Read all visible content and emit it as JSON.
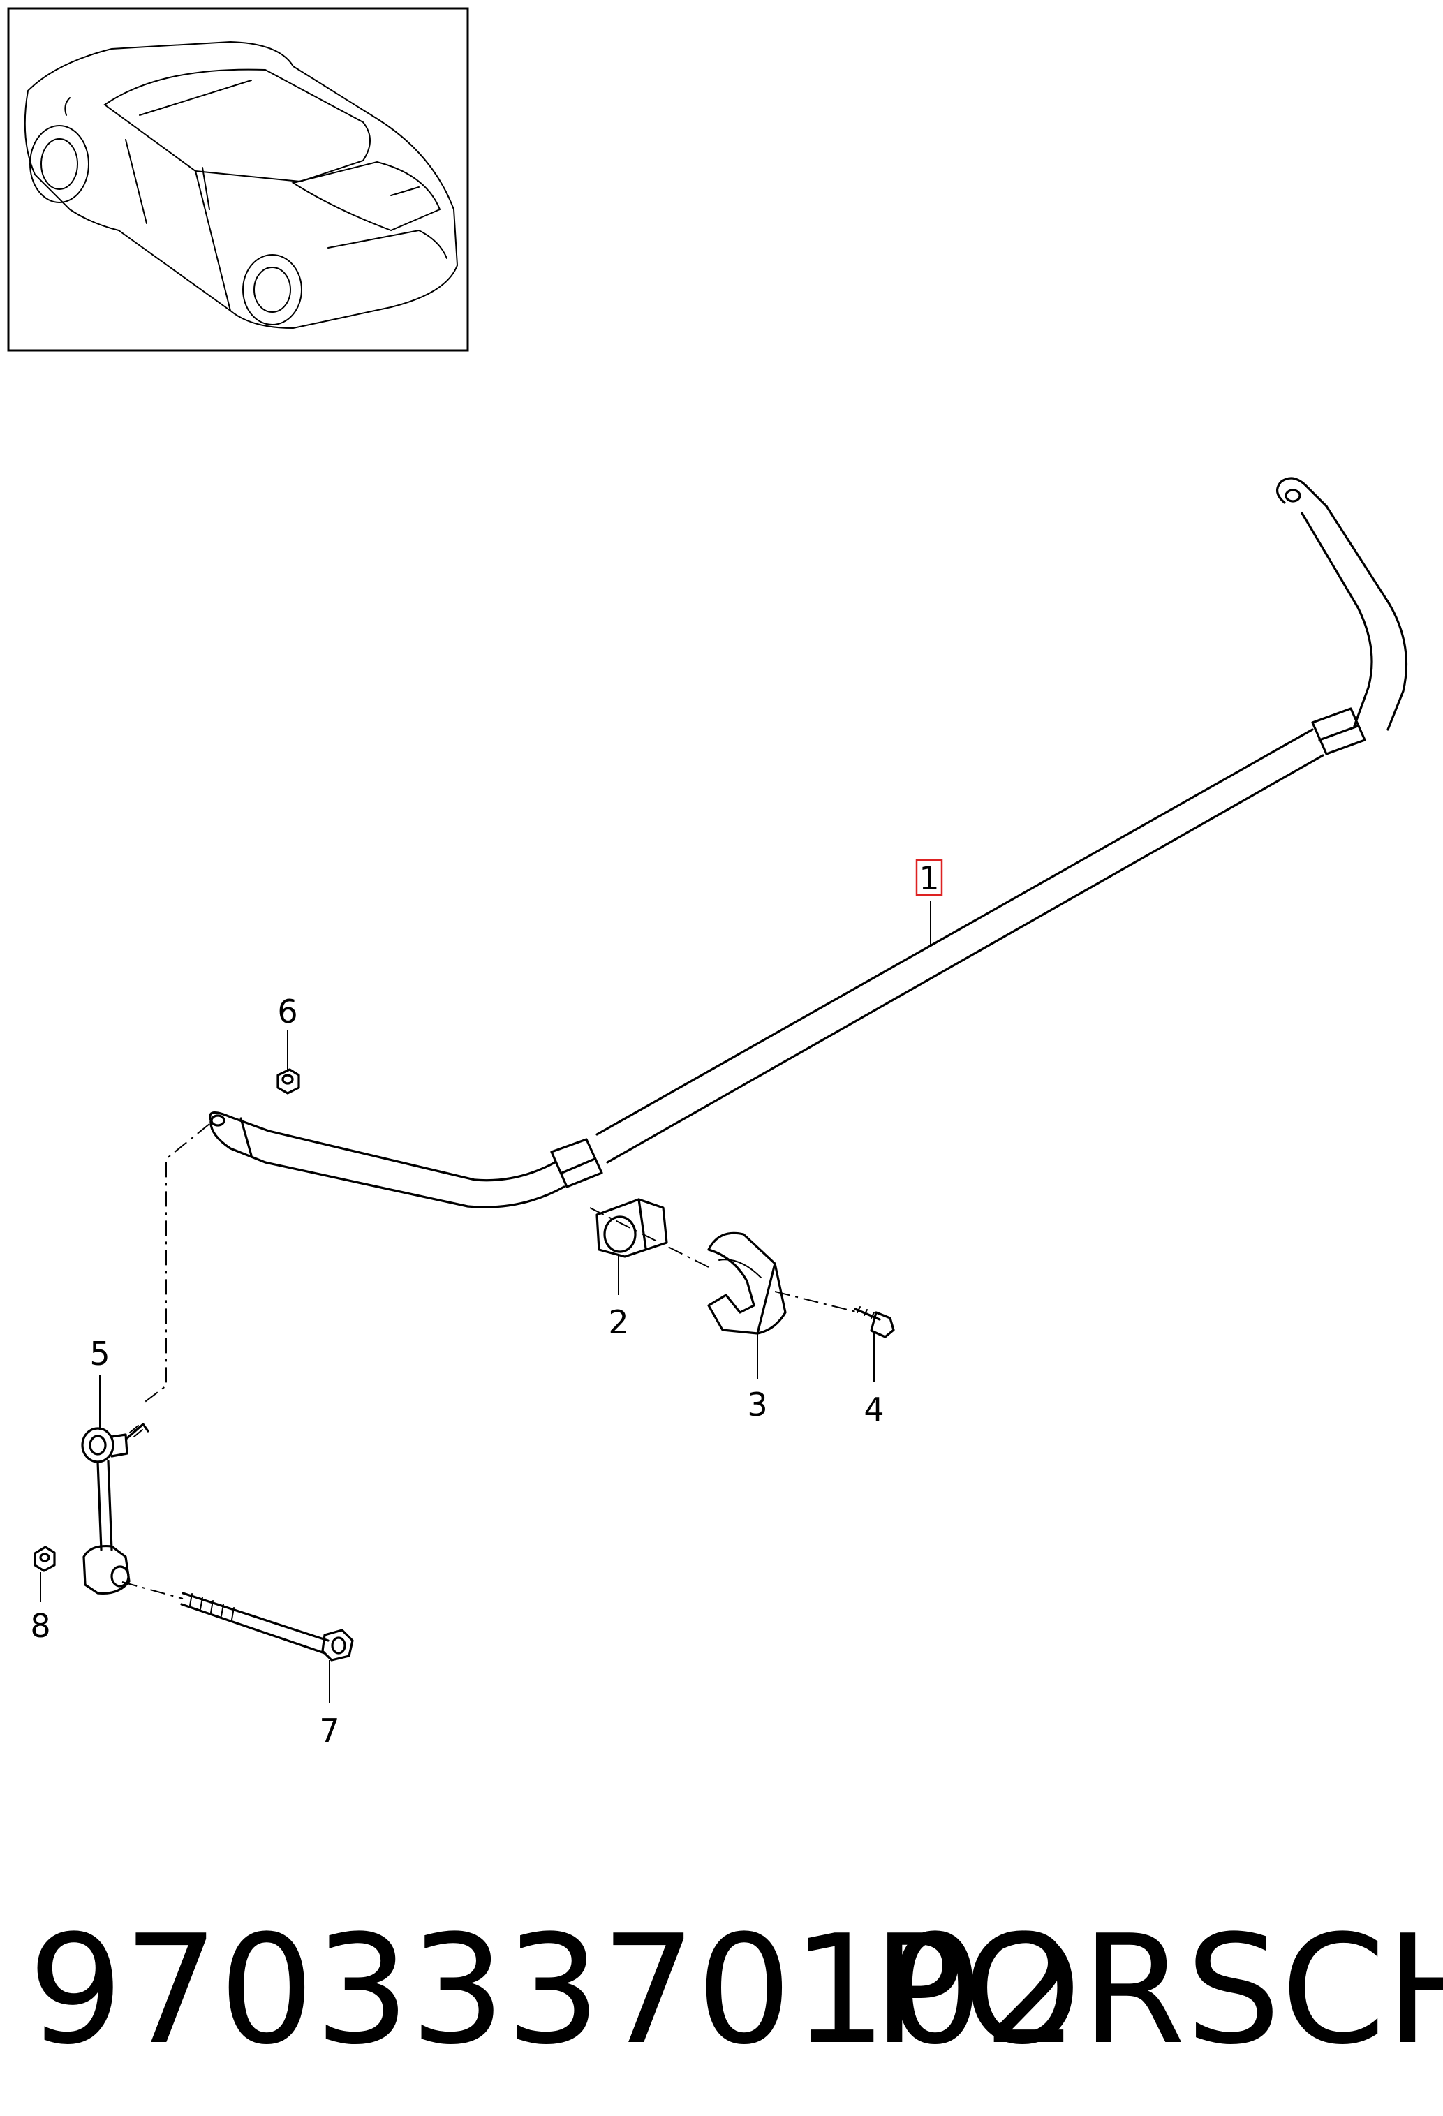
{
  "diagram": {
    "callouts": [
      {
        "id": "1",
        "label": "1",
        "highlighted": true
      },
      {
        "id": "2",
        "label": "2"
      },
      {
        "id": "3",
        "label": "3"
      },
      {
        "id": "4",
        "label": "4"
      },
      {
        "id": "5",
        "label": "5"
      },
      {
        "id": "6",
        "label": "6"
      },
      {
        "id": "7",
        "label": "7"
      },
      {
        "id": "8",
        "label": "8"
      }
    ],
    "highlight_color": "#dd2222"
  },
  "footer": {
    "part_number": "97033370102",
    "brand": "PORSCHE"
  }
}
